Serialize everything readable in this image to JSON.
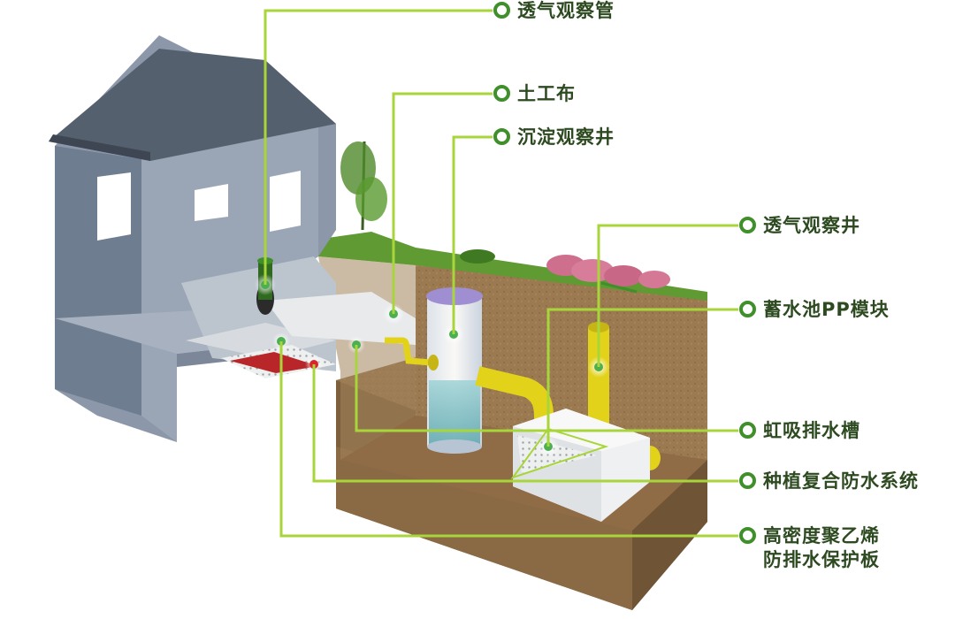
{
  "labels": {
    "vent_pipe": "透气观察管",
    "geotextile": "土工布",
    "settling_well": "沉淀观察井",
    "vent_well": "透气观察井",
    "pp_module": "蓄水池PP模块",
    "siphon_channel": "虹吸排水槽",
    "waterproof_system": "种植复合防水系统",
    "hdpe_board": "高密度聚乙烯\n防排水保护板"
  },
  "colors": {
    "leader_line": "#a8d63a",
    "marker": "#3f8f2a",
    "label_text": "#2d4a20",
    "grass": "#5f9a33",
    "soil": "#9b7a52",
    "house_wall": "#7f8ea3",
    "roof": "#54606e",
    "pipe": "#e3d21a"
  }
}
